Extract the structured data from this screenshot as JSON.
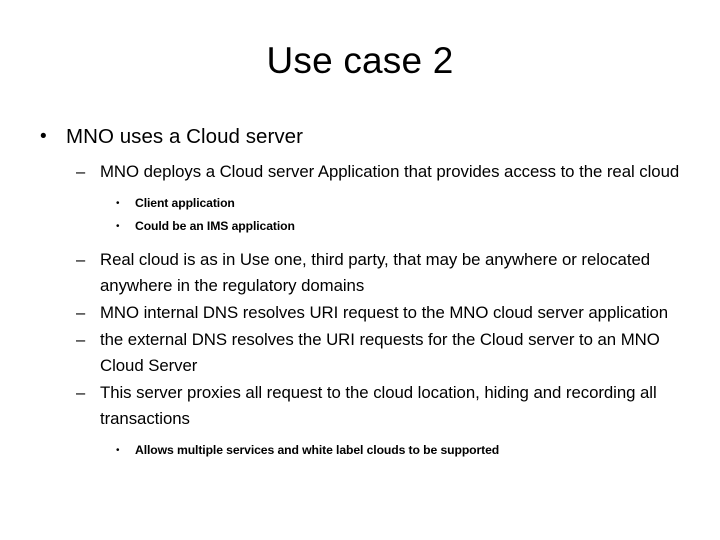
{
  "slide": {
    "title": "Use case 2",
    "background_color": "#ffffff",
    "text_color": "#000000",
    "markers": {
      "level1": "•",
      "level2": "–",
      "level3": "•"
    },
    "bullets": [
      {
        "level": 1,
        "text": "MNO uses a Cloud server"
      },
      {
        "level": 2,
        "text": "MNO deploys a Cloud server Application that provides access to the real cloud"
      },
      {
        "level": 3,
        "text": "Client application"
      },
      {
        "level": 3,
        "text": "Could be an IMS application"
      },
      {
        "level": 2,
        "text": "Real cloud is as in Use one, third party, that may be anywhere or relocated anywhere in the regulatory domains"
      },
      {
        "level": 2,
        "text": "MNO internal DNS resolves URI request to the MNO cloud server application"
      },
      {
        "level": 2,
        "text": "the external DNS resolves the URI requests for the Cloud server to an MNO Cloud Server"
      },
      {
        "level": 2,
        "text": "This server proxies all request to the cloud location, hiding and recording all transactions"
      },
      {
        "level": 3,
        "text": "Allows multiple services and white label clouds to be supported"
      }
    ]
  }
}
